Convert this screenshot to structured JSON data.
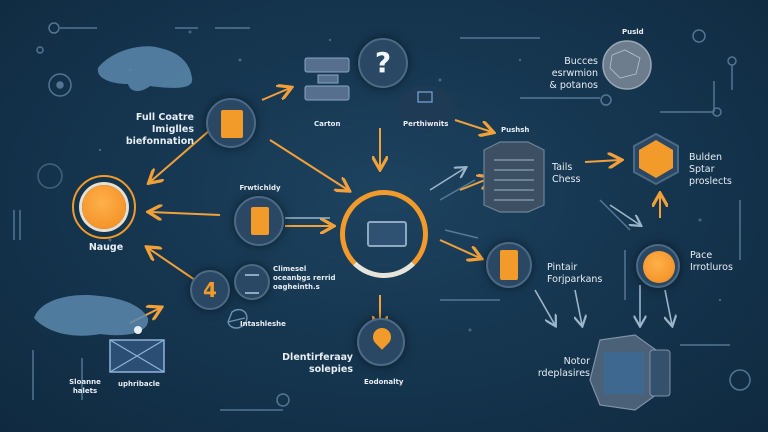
{
  "colors": {
    "background": "#163650",
    "accent": "#f29a2a",
    "node_fill": "#2a4863",
    "line": "#7fa3c0",
    "text": "#e8eef4"
  },
  "nodes": {
    "full_coatre": {
      "label": "Full Coatre\nImiglles\nbiefonnation",
      "icon": "orange-card-icon"
    },
    "question": {
      "label": "?",
      "icon": "question-mark-icon"
    },
    "carton": {
      "label": "Carton",
      "icon": "server-rack-icon"
    },
    "perthiwnits": {
      "label": "Perthiwnits",
      "icon": "bar-graph-icon"
    },
    "bucces": {
      "label": "Bucces\nesrwmion\n& potanos",
      "icon": "globe-icon"
    },
    "pusld": {
      "label": "Pusld",
      "icon": "network-sphere-icon"
    },
    "pushsh": {
      "label": "Pushsh",
      "icon": "database-icon"
    },
    "tails_chess": {
      "label": "Tails\nChess",
      "icon": "database-icon"
    },
    "bulden": {
      "label": "Bulden\nSptar\nproslects",
      "icon": "hexagon-cube-icon"
    },
    "nauge": {
      "label": "Nauge",
      "icon": "target-icon"
    },
    "frwtichldy": {
      "label": "Frwtichldy",
      "icon": "document-icon"
    },
    "center": {
      "label": "",
      "icon": "briefcase-lock-icon"
    },
    "pintair": {
      "label": "Pintair\nForjparkans",
      "icon": "document-icon"
    },
    "pace": {
      "label": "Pace\nIrrotluros",
      "icon": "coin-icon"
    },
    "four": {
      "label": "4",
      "icon": "number-icon"
    },
    "climesel": {
      "label": "Climesel\noceanbgs rerrid\noagheinth.s",
      "icon": "list-icon"
    },
    "intashleshe": {
      "label": "Intashleshe",
      "icon": "key-icon"
    },
    "dlentirferaay": {
      "label": "Dlentirferaay\nsolepies",
      "icon": "pin-icon"
    },
    "eodonalty": {
      "label": "Eodonalty",
      "icon": "location-pin-icon"
    },
    "sloanne": {
      "label": "Sloanne\nhalets",
      "icon": "cloud-icon"
    },
    "uphribacle": {
      "label": "uphribacle",
      "icon": "envelope-icon"
    },
    "notor": {
      "label": "Notor\nrdeplasires",
      "icon": "hex-server-icon"
    }
  }
}
